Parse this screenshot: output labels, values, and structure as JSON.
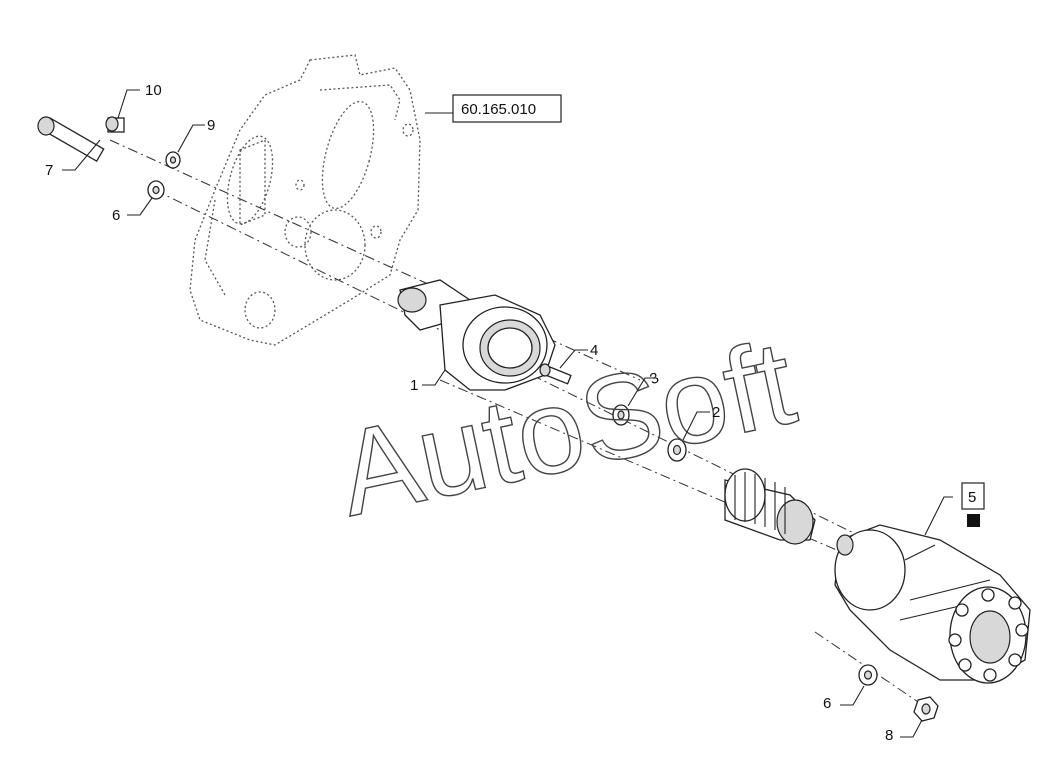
{
  "reference_box": "60.165.010",
  "watermark": "AutoSoft",
  "callouts": {
    "c1": "1",
    "c2": "2",
    "c3": "3",
    "c4": "4",
    "c5": "5",
    "c6a": "6",
    "c6b": "6",
    "c7": "7",
    "c8": "8",
    "c9": "9",
    "c10": "10"
  },
  "marker_symbol": "■"
}
